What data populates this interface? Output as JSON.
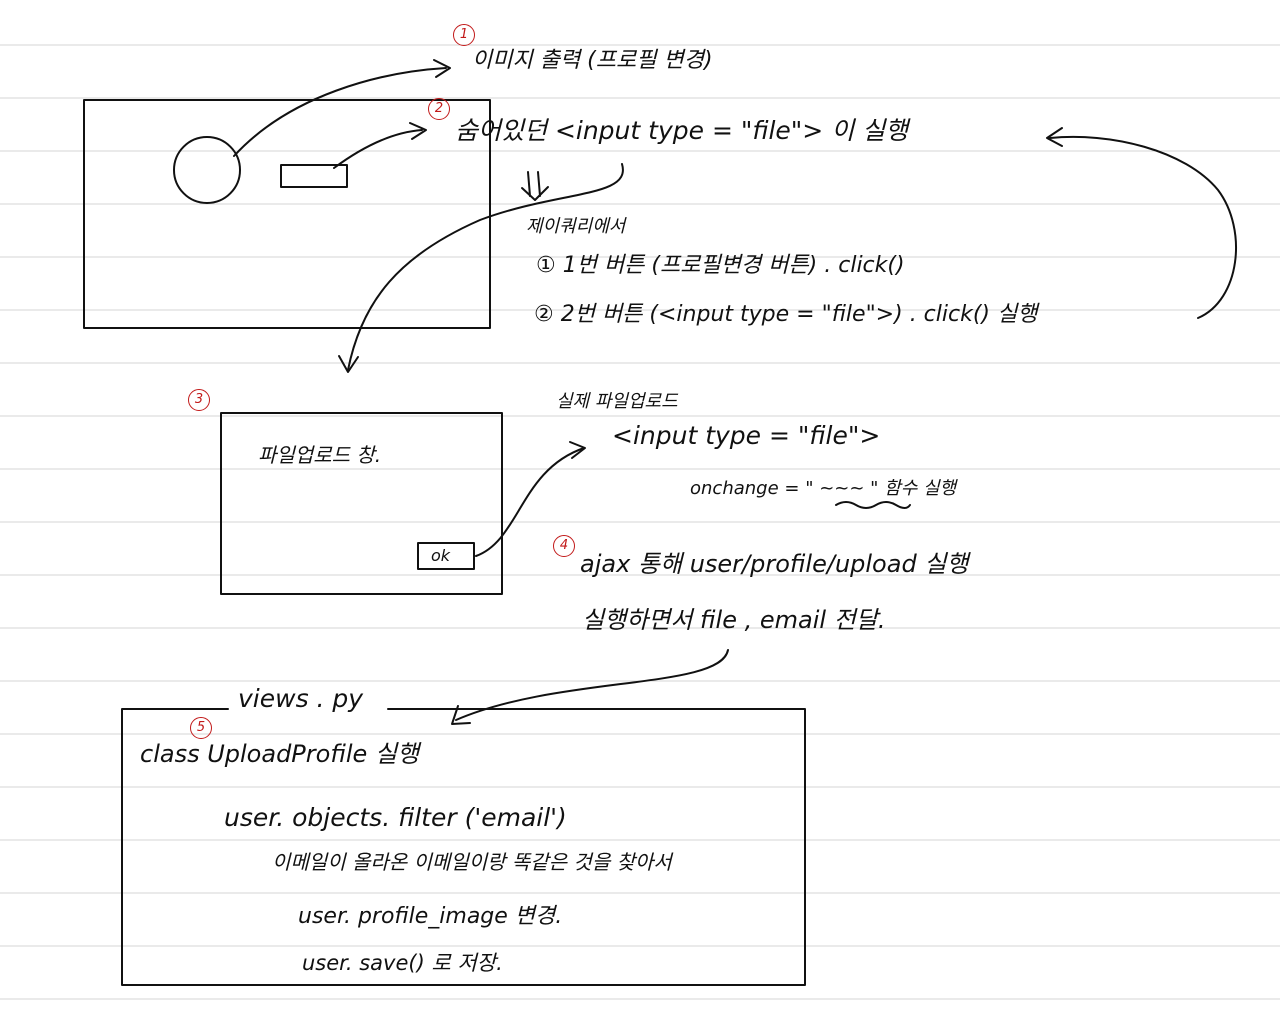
{
  "steps": {
    "s1": "1",
    "s2": "2",
    "s3": "3",
    "s4": "4",
    "s5": "5"
  },
  "diagram": {
    "image_output_label": "이미지 출력 (프로필 변경)",
    "hidden_input_line": "숨어있던 <input type = \"file\"> 이 실행",
    "jquery_heading": "제이쿼리에서",
    "jquery_step1": "① 1번 버튼 (프로필변경 버튼) . click()",
    "jquery_step2": "② 2번 버튼 (<input type = \"file\">) . click() 실행",
    "file_upload_window": "파일업로드 창.",
    "ok_button": "ok",
    "real_upload_heading": "실제 파일업로드",
    "real_input": "<input type = \"file\">",
    "onchange_line": "onchange = \" ~~~ \" 함수 실행",
    "ajax_line": "ajax 통해 user/profile/upload 실행",
    "send_line": "실행하면서 file , email 전달.",
    "views_title": "views . py",
    "class_line": "class UploadProfile 실행",
    "filter_line": "user. objects. filter ('email')",
    "find_line": "이메일이 올라온 이메일이랑 똑같은 것을 찾아서",
    "profile_image_line": "user. profile_image 변경.",
    "save_line": "user. save() 로 저장."
  },
  "colors": {
    "ink": "#111111",
    "step_number": "#c21a1a",
    "rule_line": "#d4d4d4"
  }
}
